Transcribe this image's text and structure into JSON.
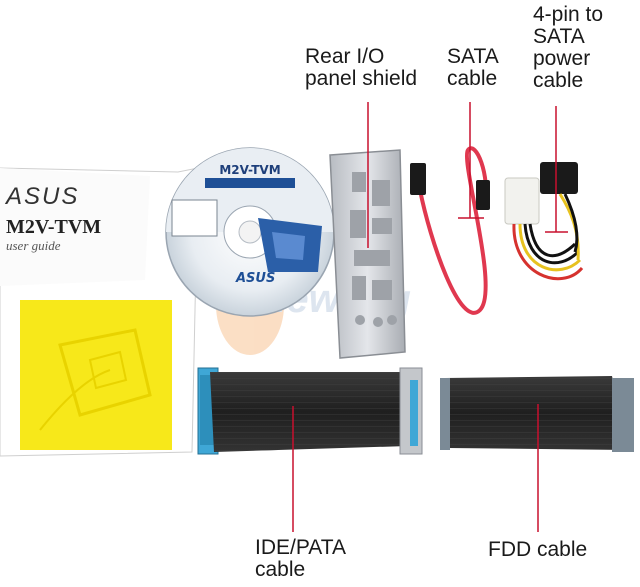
{
  "labels": {
    "rear_io": "Rear I/O\npanel shield",
    "sata": "SATA\ncable",
    "sata_power": "4-pin to\nSATA\npower\ncable",
    "ide": "IDE/PATA\ncable",
    "fdd": "FDD cable"
  },
  "manual": {
    "brand": "ASUS",
    "model": "M2V-TVM",
    "subtitle": "user guide"
  },
  "cd": {
    "model": "M2V-TVM",
    "brand": "ASUS"
  },
  "watermark": "newegg",
  "colors": {
    "pointer": "#c8102e",
    "manual_yellow": "#f7e81a",
    "ribbon": "#2b2b2b",
    "connector_blue": "#3fa7d6",
    "sata_red": "#e0384f"
  }
}
